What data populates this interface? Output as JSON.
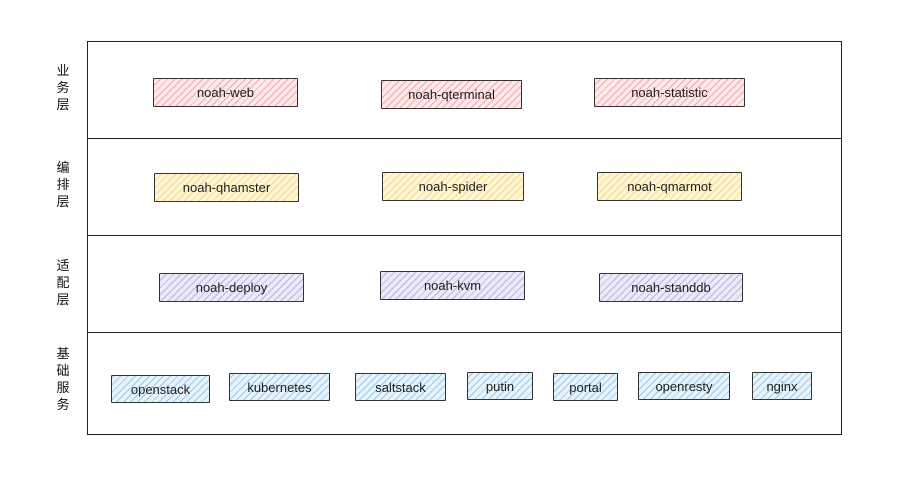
{
  "layers": [
    {
      "label": "业\n务\n层",
      "color": "#e03131",
      "boxes": [
        "noah-web",
        "noah-qterminal",
        "noah-statistic"
      ]
    },
    {
      "label": "编\n排\n层",
      "color": "#f0b428",
      "boxes": [
        "noah-qhamster",
        "noah-spider",
        "noah-qmarmot"
      ]
    },
    {
      "label": "适\n配\n层",
      "color": "#6464be",
      "boxes": [
        "noah-deploy",
        "noah-kvm",
        "noah-standdb"
      ]
    },
    {
      "label": "基\n础\n服\n务",
      "color": "#288cc8",
      "boxes": [
        "openstack",
        "kubernetes",
        "saltstack",
        "putin",
        "portal",
        "openresty",
        "nginx"
      ]
    }
  ]
}
